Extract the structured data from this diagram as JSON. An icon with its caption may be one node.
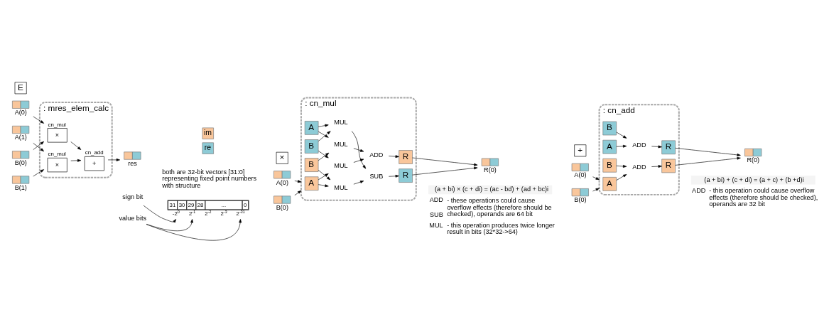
{
  "diagram": {
    "nodes": [
      {
        "text": [
          "E"
        ]
      },
      {
        "text": [
          ": mres_elem_calc"
        ]
      },
      {
        "text": [
          "A(0)"
        ]
      },
      {
        "text": [
          "A(1)"
        ]
      },
      {
        "text": [
          "B(0)"
        ]
      },
      {
        "text": [
          "B(1)"
        ]
      },
      {
        "text": [
          "×"
        ],
        "in": 1,
        "beside": [
          "cn_mul"
        ]
      },
      {
        "text": [
          "×"
        ],
        "in": 1,
        "beside": [
          "cn_mul"
        ]
      },
      {
        "text": [
          "+"
        ],
        "in": 1,
        "beside": [
          "cn_add"
        ]
      },
      {
        "text": [
          "res"
        ]
      },
      {
        "text": [
          "value bits"
        ]
      },
      {
        "text": [
          "sign bit"
        ]
      },
      {
        "text": [
          "×"
        ]
      },
      {
        "text": [
          ": cn_mul"
        ]
      },
      {
        "text": [
          "A(0)"
        ]
      },
      {
        "text": [
          "B(0)"
        ]
      },
      {
        "text": [
          "A"
        ],
        "in": 13
      },
      {
        "text": [
          "A"
        ],
        "in": 13
      },
      {
        "text": [
          "B"
        ],
        "in": 13
      },
      {
        "text": [
          "B"
        ],
        "in": 13
      },
      {
        "text": [
          "SUB"
        ],
        "in": 13
      },
      {
        "text": [
          "MUL"
        ],
        "in": 13
      },
      {
        "text": [
          "MUL"
        ],
        "in": 13
      },
      {
        "text": [
          "R"
        ],
        "in": 13
      },
      {
        "text": [
          "MUL"
        ],
        "in": 13
      },
      {
        "text": [
          "MUL"
        ],
        "in": 13
      },
      {
        "text": [
          "ADD"
        ],
        "in": 13
      },
      {
        "text": [
          "R"
        ],
        "in": 13
      },
      {
        "text": [
          "R(0)"
        ]
      },
      {
        "text": [
          "+"
        ]
      },
      {
        "text": [
          ": cn_add"
        ]
      },
      {
        "text": [
          "A(0)"
        ]
      },
      {
        "text": [
          "B(0)"
        ]
      },
      {
        "text": [
          "A"
        ],
        "in": 30
      },
      {
        "text": [
          "A"
        ],
        "in": 30
      },
      {
        "text": [
          "B"
        ],
        "in": 30
      },
      {
        "text": [
          "B"
        ],
        "in": 30
      },
      {
        "text": [
          "ADD"
        ],
        "in": 30
      },
      {
        "text": [
          "ADD"
        ],
        "in": 30
      },
      {
        "text": [
          "R"
        ],
        "in": 30
      },
      {
        "text": [
          "R"
        ],
        "in": 30
      },
      {
        "text": [
          "R(0)"
        ]
      },
      {
        "text": [
          "31",
          "30",
          "29",
          "28",
          "...",
          "0"
        ],
        "beside": [
          "-2$^{0}$",
          "2$^{-1}$",
          "2$^{-2}$",
          "2$^{-3}$",
          "2$^{-31}$"
        ]
      }
    ],
    "edges": [
      {
        "from": 2,
        "to": 6,
        "arrow": "to"
      },
      {
        "from": 4,
        "to": 6,
        "arrow": "to"
      },
      {
        "from": 3,
        "to": 7,
        "arrow": "to"
      },
      {
        "from": 5,
        "to": 7,
        "arrow": "to"
      },
      {
        "from": 6,
        "to": 8,
        "arrow": "to"
      },
      {
        "from": 7,
        "to": 8,
        "arrow": "to"
      },
      {
        "from": 8,
        "to": 9,
        "arrow": "to"
      },
      {
        "from": 11,
        "to": 42,
        "arrow": "to"
      },
      {
        "from": 10,
        "to": 42,
        "arrow": "to"
      },
      {
        "from": 10,
        "to": 42,
        "arrow": "to"
      },
      {
        "from": 14,
        "to": 13,
        "arrow": "to"
      },
      {
        "from": 15,
        "to": 13,
        "arrow": "to"
      },
      {
        "from": 17,
        "to": 21,
        "arrow": "to"
      },
      {
        "from": 19,
        "to": 21,
        "arrow": "to"
      },
      {
        "from": 16,
        "to": 22,
        "arrow": "to"
      },
      {
        "from": 18,
        "to": 22,
        "arrow": "to"
      },
      {
        "from": 21,
        "to": 20,
        "arrow": "to"
      },
      {
        "from": 22,
        "to": 20,
        "arrow": "to"
      },
      {
        "from": 20,
        "to": 23,
        "arrow": "to"
      },
      {
        "from": 23,
        "to": 28,
        "arrow": "to"
      },
      {
        "from": 17,
        "to": 24,
        "arrow": "to"
      },
      {
        "from": 18,
        "to": 24,
        "arrow": "to"
      },
      {
        "from": 16,
        "to": 25,
        "arrow": "to"
      },
      {
        "from": 19,
        "to": 25,
        "arrow": "to"
      },
      {
        "from": 24,
        "to": 26,
        "arrow": "to"
      },
      {
        "from": 25,
        "to": 26,
        "arrow": "to"
      },
      {
        "from": 26,
        "to": 27,
        "arrow": "to"
      },
      {
        "from": 27,
        "to": 28,
        "arrow": "to"
      },
      {
        "from": 31,
        "to": 30,
        "arrow": "to"
      },
      {
        "from": 32,
        "to": 30,
        "arrow": "to"
      },
      {
        "from": 33,
        "to": 37,
        "arrow": "to"
      },
      {
        "from": 35,
        "to": 37,
        "arrow": "to"
      },
      {
        "from": 34,
        "to": 38,
        "arrow": "to"
      },
      {
        "from": 36,
        "to": 38,
        "arrow": "to"
      },
      {
        "from": 37,
        "to": 39,
        "arrow": "to"
      },
      {
        "from": 38,
        "to": 40,
        "arrow": "to"
      },
      {
        "from": 39,
        "to": 41,
        "arrow": "to"
      },
      {
        "from": 40,
        "to": 41,
        "arrow": "to"
      }
    ],
    "labels": [
      "both are 32-bit vectors [31:0] representing fixed point numbers with structure",
      "(a + bi) × (c + di) = (ac - bd) + (ad + bc)i",
      "ADD",
      "SUB",
      "- these operations could cause overflow effects (therefore should be checked), operands are 64 bit",
      "MUL",
      "- this operation produces twice longer result in bits (32*32->64)",
      "(a + bi) + (c + di) = (a + c) + (b +d)i",
      "ADD",
      "- this operation could cause overflow effects (therefore should be checked), operands are 32 bit"
    ],
    "legend": [
      {
        "text": "im",
        "color": "#f9c69b"
      },
      {
        "text": "re",
        "color": "#8dcbd6"
      }
    ]
  }
}
